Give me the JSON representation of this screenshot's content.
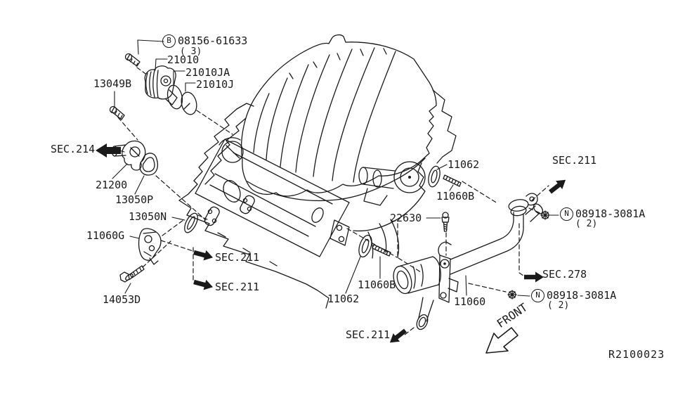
{
  "diagram": {
    "ref_code": "R2100023",
    "front_label": "FRONT",
    "line_color": "#1a1a1a",
    "bg_color": "#ffffff"
  },
  "callouts": {
    "bolt_b": {
      "badge": "B",
      "part": "08156-61633",
      "qty": "( 3)"
    },
    "water_pump": "21010",
    "oring_a": "21010JA",
    "oring_b": "21010J",
    "bolt_13049b": "13049B",
    "sec_214": "SEC.214",
    "thermostat": "21200",
    "gasket_13050p": "13050P",
    "gasket_13050n": "13050N",
    "inlet_11060g": "11060G",
    "bolt_14053d": "14053D",
    "sec_211": "SEC.211",
    "gasket_11062": "11062",
    "stud_11060b": "11060B",
    "sensor_22630": "22630",
    "nut_n": {
      "badge": "N",
      "part": "08918-3081A",
      "qty": "( 2)"
    },
    "sec_278": "SEC.278",
    "pipe_11060": "11060"
  }
}
